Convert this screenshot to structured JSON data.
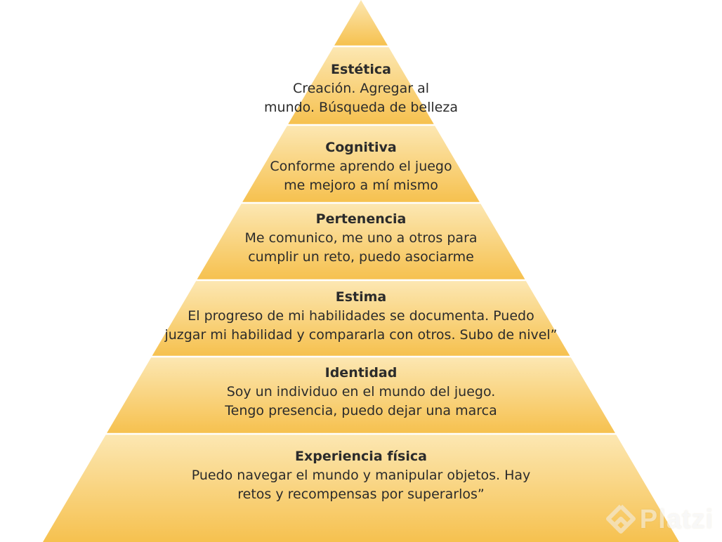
{
  "colors": {
    "top": "#fce7b2",
    "bottom": "#f6c14f",
    "separator": "#ffffff",
    "text": "#2b2b2b"
  },
  "levels": [
    {
      "title": "Estética",
      "description": "Creación. Agregar al\nmundo. Búsqueda de belleza"
    },
    {
      "title": "Cognitiva",
      "description": "Conforme aprendo el juego\nme mejoro a mí mismo"
    },
    {
      "title": "Pertenencia",
      "description": "Me comunico, me uno a otros para\ncumplir un reto, puedo asociarme"
    },
    {
      "title": "Estima",
      "description": "El progreso de mi habilidades se documenta. Puedo\njuzgar mi habilidad y compararla con otros. Subo de nivel”"
    },
    {
      "title": "Identidad",
      "description": "Soy un individuo en el mundo del juego.\nTengo presencia, puedo dejar una marca"
    },
    {
      "title": "Experiencia física",
      "description": "Puedo navegar el mundo y manipular objetos. Hay\nretos y recompensas por superarlos”"
    }
  ],
  "watermark": {
    "text": "Platzi",
    "icon": "platzi-logo-icon"
  }
}
